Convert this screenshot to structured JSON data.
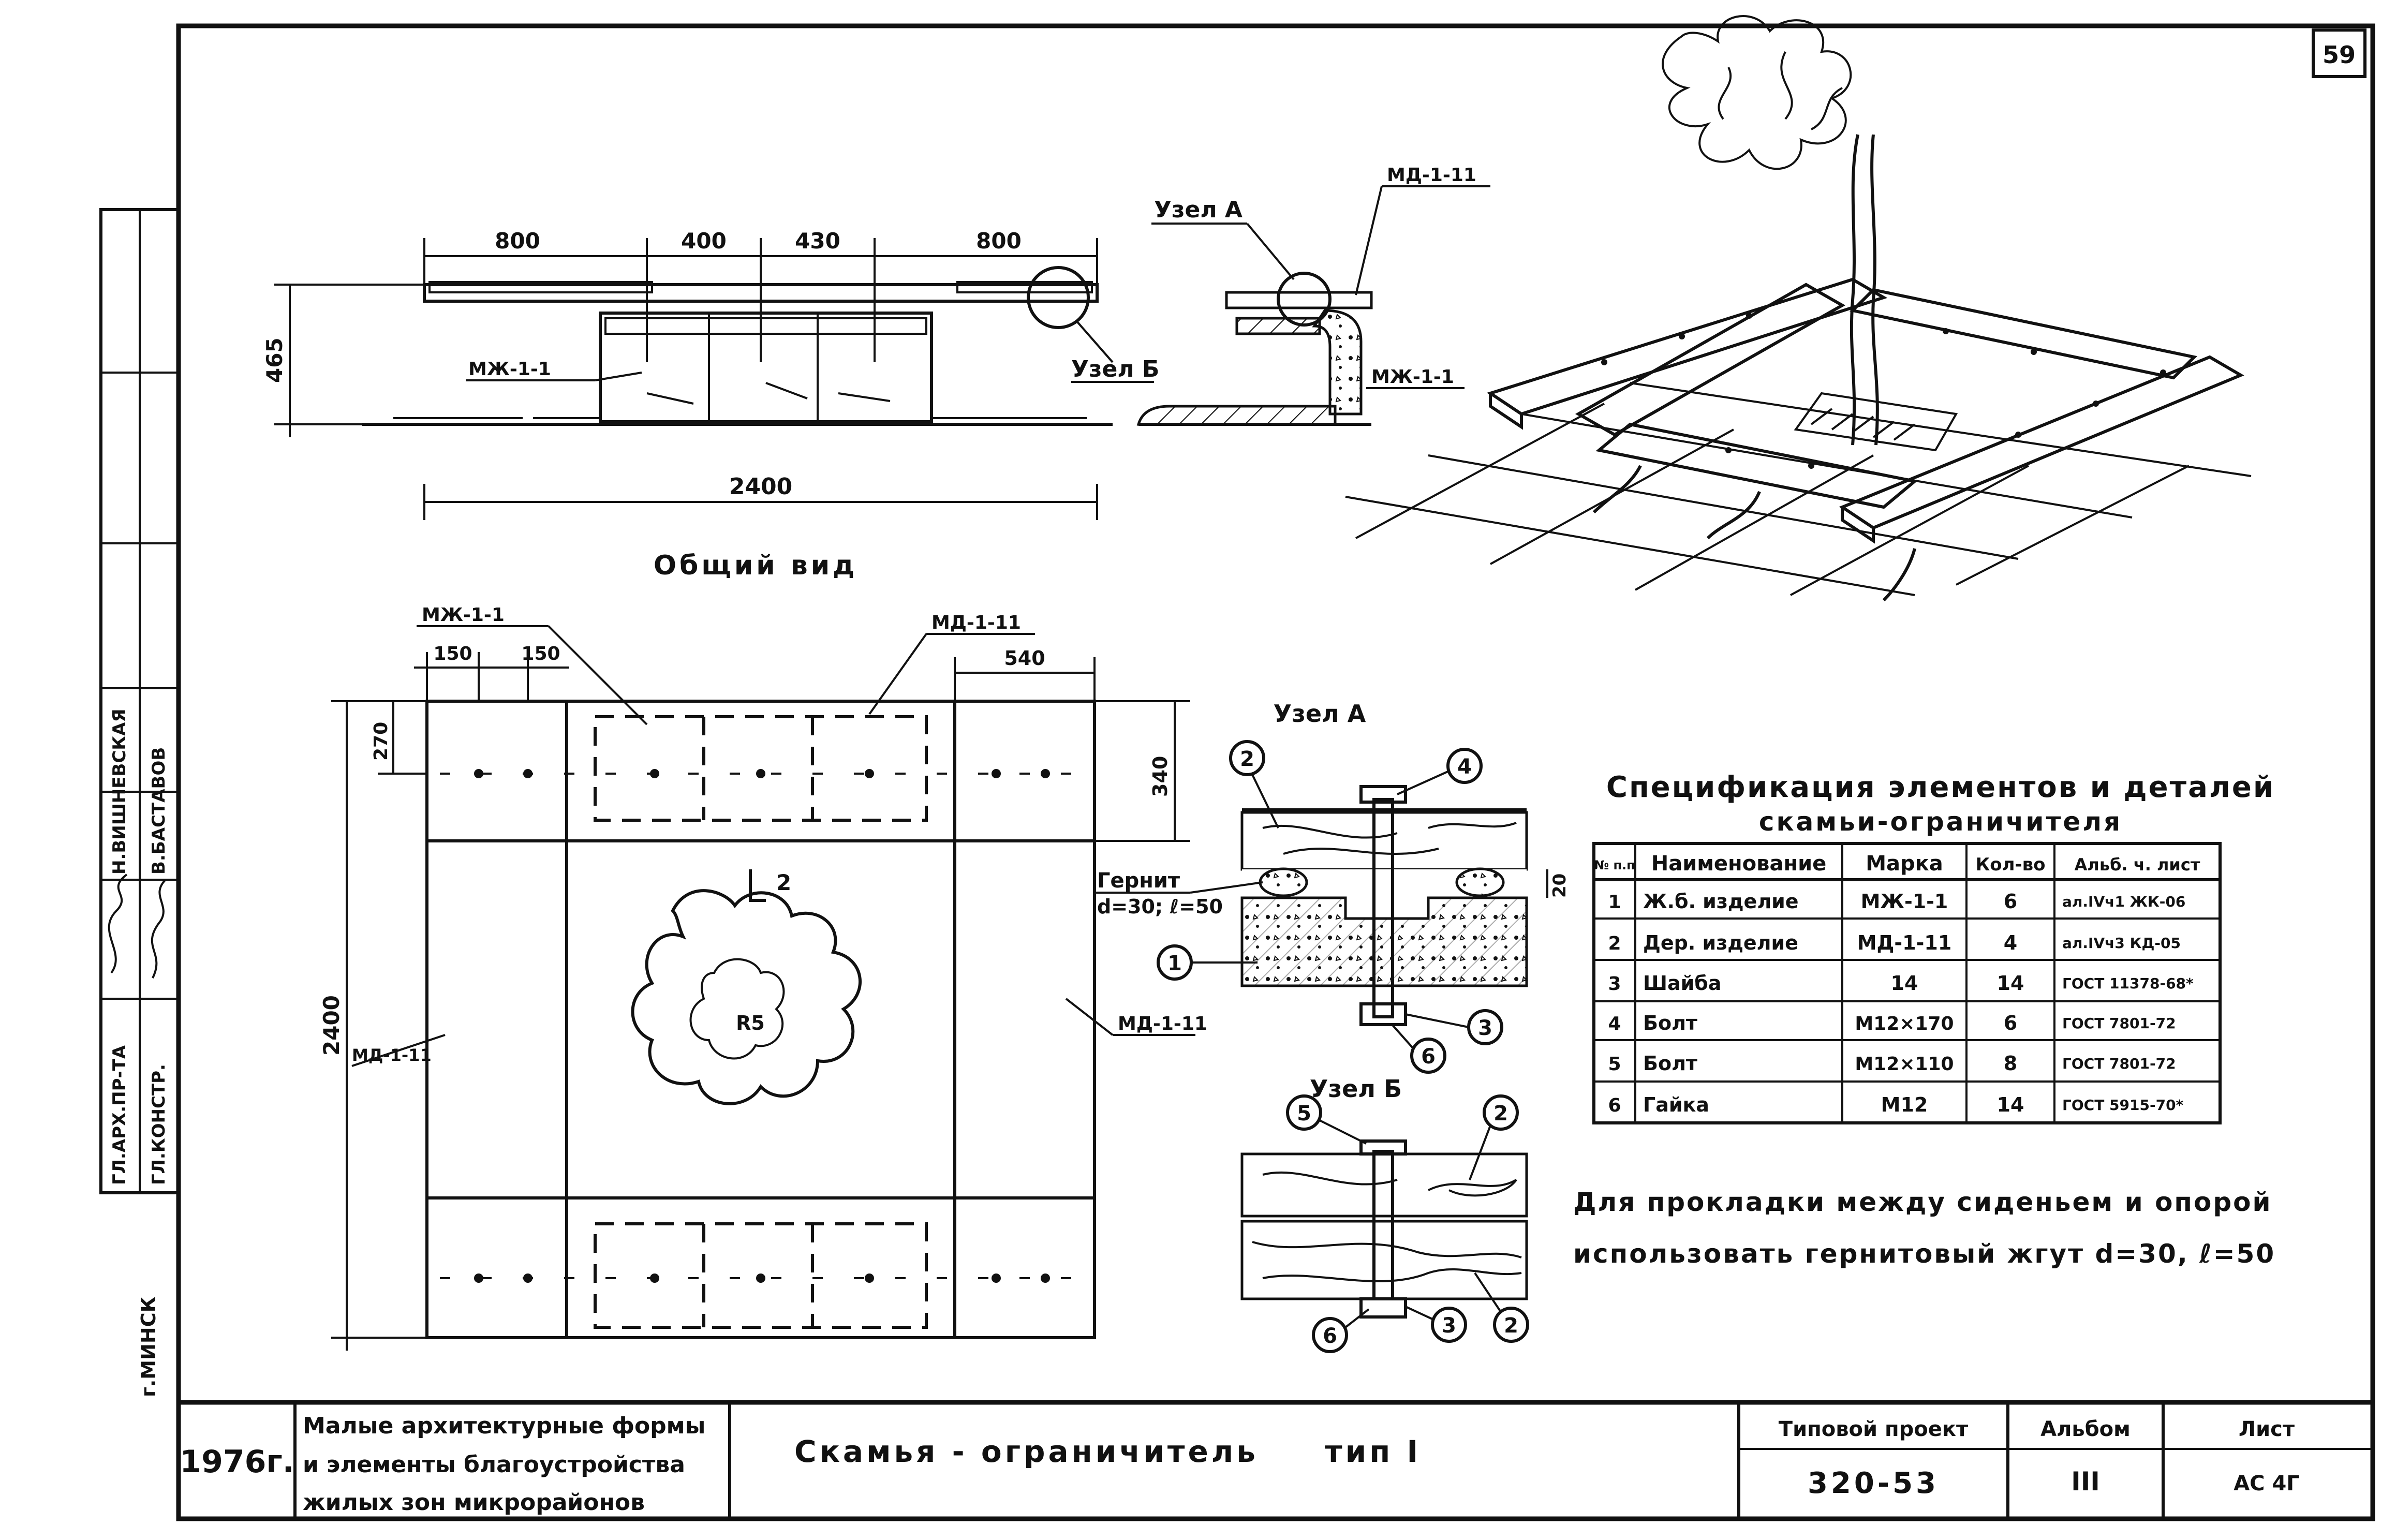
{
  "page_number": "59",
  "stamp_left": {
    "col1": "ГЛ.АРХ.ПР-ТА",
    "col1b": "ГЛ.КОНСТР.",
    "col2": "Н.ВИШНЕВСКАЯ",
    "col2b": "В.БАСТАВОВ",
    "city": "г.МИНСК"
  },
  "general_view": {
    "title": "Общий вид",
    "dims_top": [
      "800",
      "400",
      "430",
      "800"
    ],
    "dim_height": "465",
    "dim_total": "2400",
    "label_mzh": "МЖ-1-1",
    "label_node_b": "Узел Б"
  },
  "section": {
    "label_node_a": "Узел А",
    "label_md": "МД-1-11",
    "label_mzh": "МЖ-1-1"
  },
  "plan": {
    "label_mzh": "МЖ-1-1",
    "label_md_top": "МД-1-11",
    "dim_150a": "150",
    "dim_150b": "150",
    "dim_540": "540",
    "dim_270": "270",
    "dim_340": "340",
    "dim_2400": "2400",
    "label_md_left": "МД-1-11",
    "label_md_right": "МД-1-11",
    "cut_label": "2",
    "tree_label": "R5"
  },
  "node_a": {
    "title": "Узел А",
    "gernit": "Гернит",
    "gernit_dims": "d=30; ℓ=50",
    "dim_20": "20",
    "callouts": [
      "1",
      "2",
      "3",
      "4",
      "6"
    ]
  },
  "node_b": {
    "title": "Узел Б",
    "callouts": [
      "2",
      "2",
      "3",
      "5",
      "6"
    ]
  },
  "spec": {
    "title": "Спецификация элементов и деталей",
    "subtitle": "скамьи-ограничителя",
    "headers": [
      "№ п.п",
      "Наименование",
      "Марка",
      "Кол-во",
      "Альб. ч. лист"
    ],
    "rows": [
      [
        "1",
        "Ж.б. изделие",
        "МЖ-1-1",
        "6",
        "ал.IVч1 ЖК-06"
      ],
      [
        "2",
        "Дер. изделие",
        "МД-1-11",
        "4",
        "ал.IVч3 КД-05"
      ],
      [
        "3",
        "Шайба",
        "14",
        "14",
        "ГОСТ 11378-68*"
      ],
      [
        "4",
        "Болт",
        "М12×170",
        "6",
        "ГОСТ 7801-72"
      ],
      [
        "5",
        "Болт",
        "М12×110",
        "8",
        "ГОСТ 7801-72"
      ],
      [
        "6",
        "Гайка",
        "М12",
        "14",
        "ГОСТ 5915-70*"
      ]
    ]
  },
  "note": {
    "line1": "Для прокладки между сиденьем и опорой",
    "line2": "использовать гернитовый жгут d=30, ℓ=50"
  },
  "title_block": {
    "year": "1976г.",
    "org_line1": "Малые архитектурные формы",
    "org_line2": "и элементы благоустройства",
    "org_line3": "жилых зон микрорайонов",
    "drawing_title": "Скамья - ограничитель",
    "type": "тип I",
    "project_label": "Типовой проект",
    "project_number": "320-53",
    "album_label": "Альбом",
    "album_number": "III",
    "sheet_label": "Лист",
    "sheet_number": "АС 4Г"
  }
}
